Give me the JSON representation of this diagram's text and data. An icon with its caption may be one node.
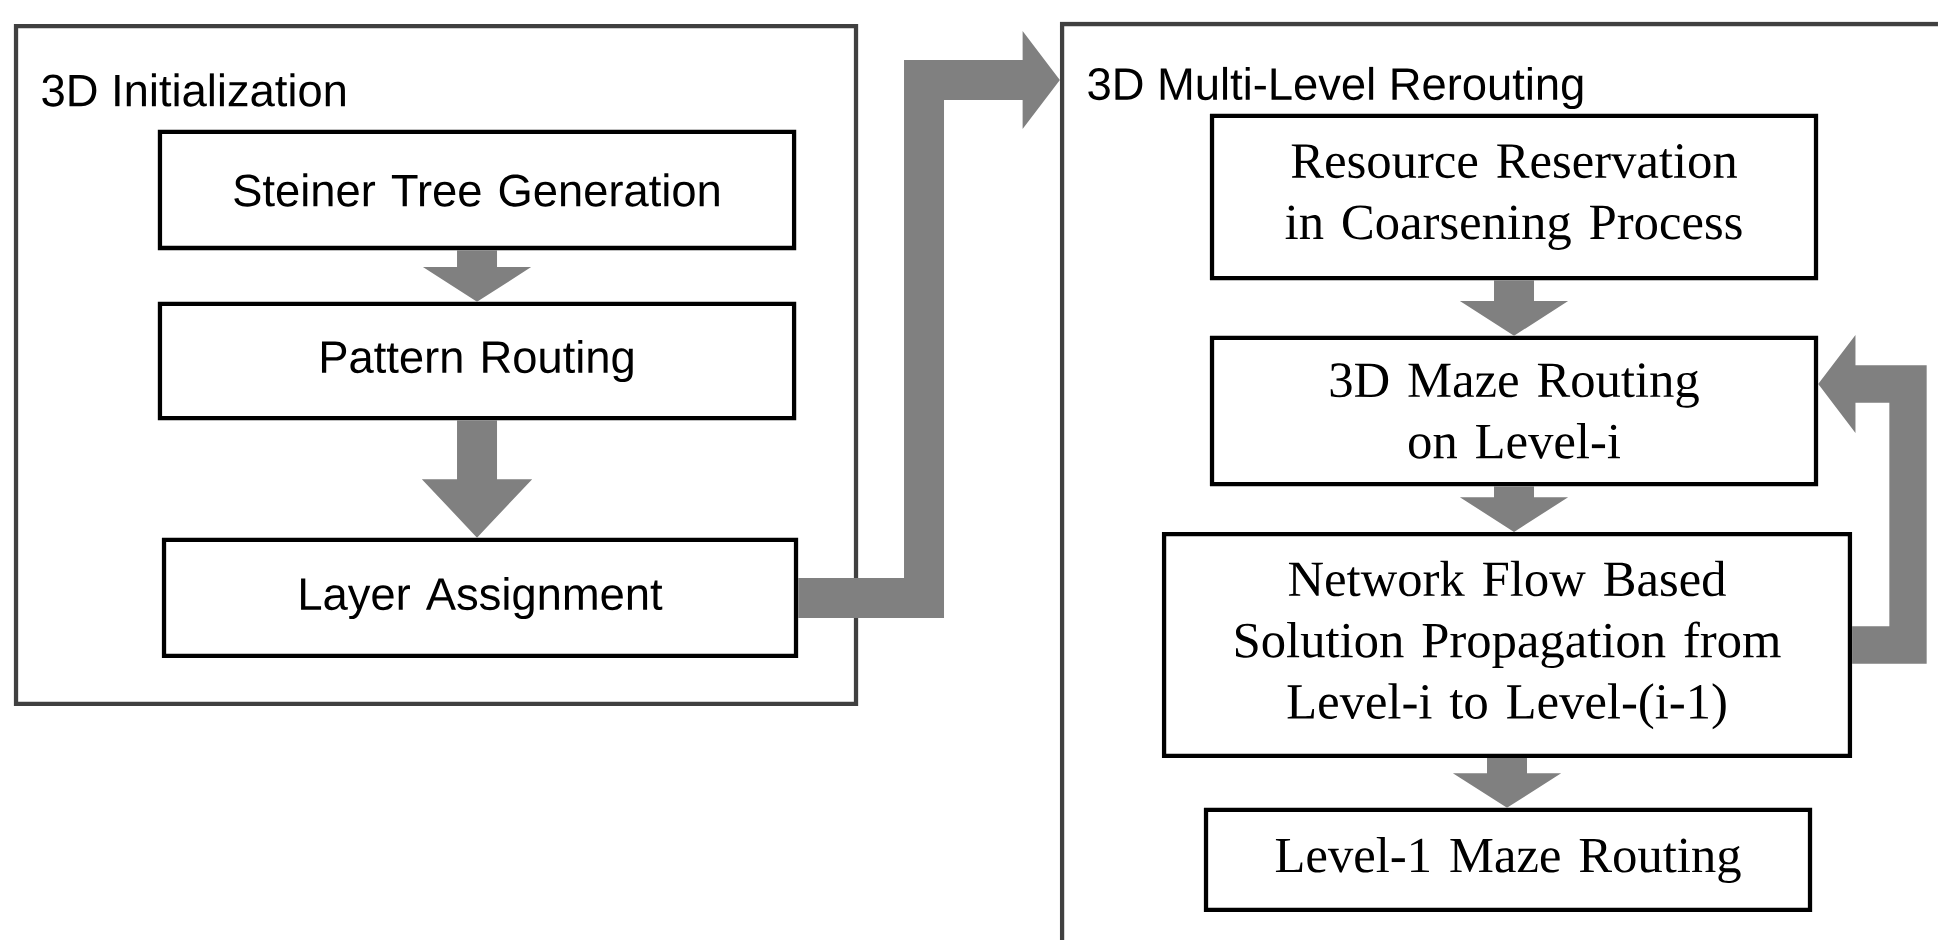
{
  "diagram": {
    "nodes": [
      {
        "text": [
          "3D Initialization"
        ]
      },
      {
        "text": [
          "Steiner Tree Generation"
        ],
        "in": 0
      },
      {
        "text": [
          "Pattern Routing"
        ],
        "in": 0
      },
      {
        "text": [
          "Layer Assignment"
        ],
        "in": 0
      },
      {
        "text": [
          "3D Multi-Level Rerouting"
        ]
      },
      {
        "text": [
          "Resource Reservation in Coarsening Process"
        ],
        "in": 4
      },
      {
        "text": [
          "3D Maze Routing on Level-i"
        ],
        "in": 4
      },
      {
        "text": [
          "Network Flow Based Solution Propagation from Level-i to Level-(i-1)"
        ],
        "in": 4
      },
      {
        "text": [
          "Level-1 Maze Routing"
        ],
        "in": 4
      }
    ],
    "edges": [
      {
        "from": 1,
        "to": 2,
        "arrow": "to"
      },
      {
        "from": 2,
        "to": 3,
        "arrow": "to"
      },
      {
        "from": 3,
        "to": 4,
        "arrow": "to"
      },
      {
        "from": 5,
        "to": 6,
        "arrow": "to"
      },
      {
        "from": 6,
        "to": 7,
        "arrow": "to"
      },
      {
        "from": 7,
        "to": 8,
        "arrow": "to"
      },
      {
        "from": 7,
        "to": 6,
        "arrow": "to"
      }
    ]
  }
}
